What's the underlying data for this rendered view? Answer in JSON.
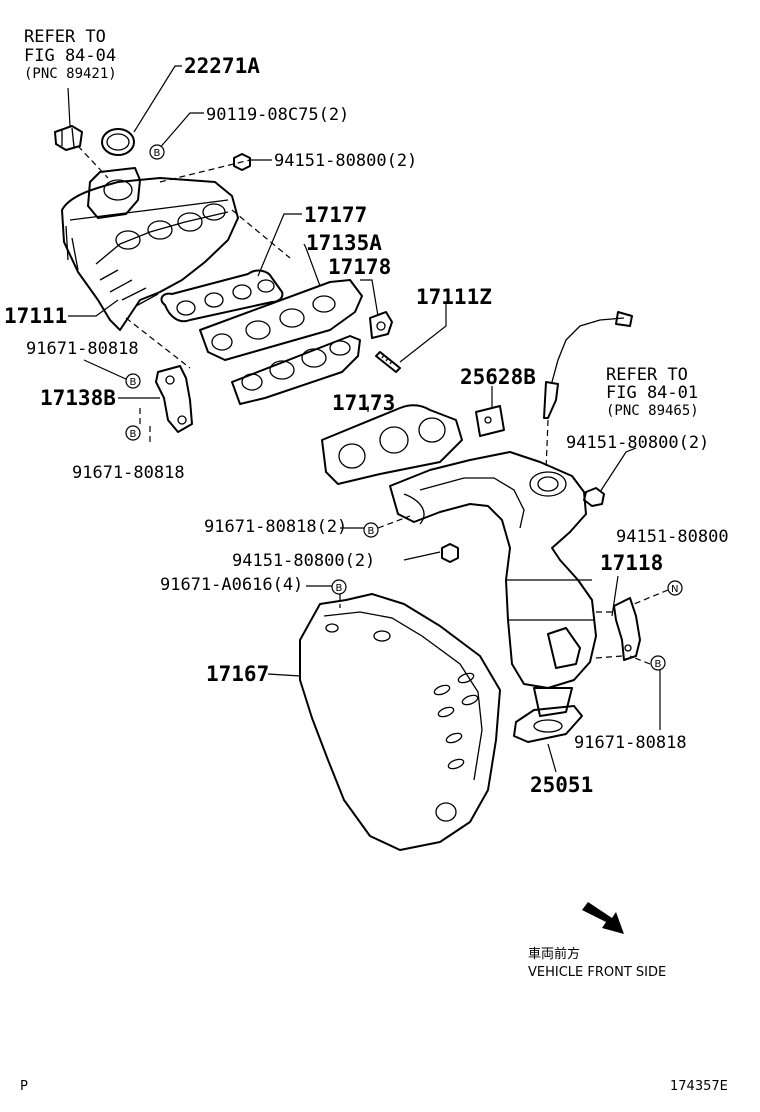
{
  "refs": {
    "ref_fig_84_04": {
      "line1": "REFER TO",
      "line2": "FIG 84-04",
      "line3": "(PNC 89421)"
    },
    "ref_fig_84_01": {
      "line1": "REFER TO",
      "line2": "FIG 84-01",
      "line3": "(PNC 89465)"
    }
  },
  "parts": {
    "p22271A": "22271A",
    "p90119": "90119-08C75(2)",
    "p94151_top": "94151-80800(2)",
    "p17177": "17177",
    "p17135A": "17135A",
    "p17178": "17178",
    "p17111Z": "17111Z",
    "p17111": "17111",
    "p91671_a": "91671-80818",
    "p17138B": "17138B",
    "p91671_b": "91671-80818",
    "p25628B": "25628B",
    "p17173": "17173",
    "p94151_right": "94151-80800(2)",
    "p91671_c": "91671-80818(2)",
    "p94151_mid": "94151-80800(2)",
    "p91671_a0616": "91671-A0616(4)",
    "p94151_single": "94151-80800",
    "p17118": "17118",
    "p17167": "17167",
    "p91671_d": "91671-80818",
    "p25051": "25051"
  },
  "badges": {
    "b": "B",
    "n": "N"
  },
  "front": {
    "jp": "車両前方",
    "en": "VEHICLE FRONT SIDE"
  },
  "footer": {
    "left": "P",
    "right": "174357E"
  }
}
